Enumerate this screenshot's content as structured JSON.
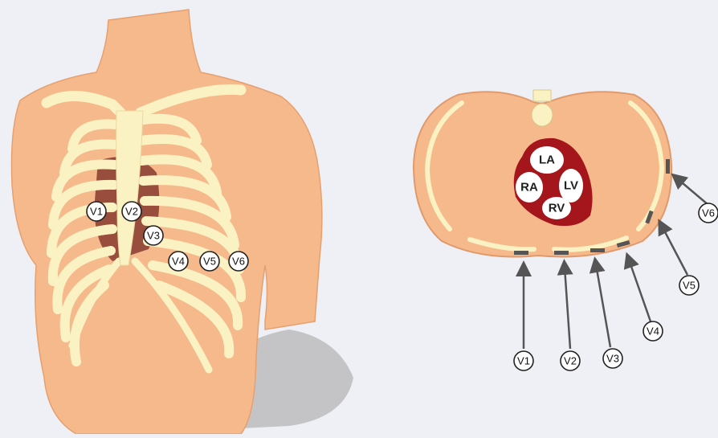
{
  "torso_electrodes": [
    "V1",
    "V2",
    "V3",
    "V4",
    "V5",
    "V6"
  ],
  "cross_section_electrodes": [
    "V1",
    "V2",
    "V3",
    "V4",
    "V5",
    "V6"
  ],
  "heart_chambers": {
    "la": "LA",
    "ra": "RA",
    "lv": "LV",
    "rv": "RV"
  },
  "colors": {
    "background": "#eef0f5",
    "skin": "#f6b98c",
    "skin_edge": "#e09a6c",
    "rib": "#fbf2c3",
    "heart": "#a5161c",
    "chamber": "#ffffff",
    "shadow": "#b0b0b0",
    "arrow": "#555555"
  }
}
